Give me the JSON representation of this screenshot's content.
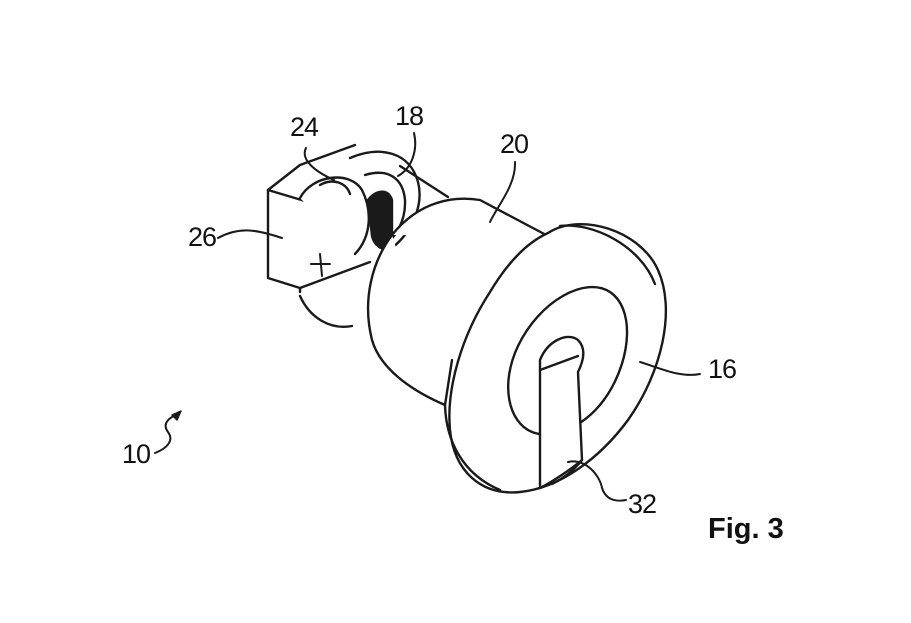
{
  "figure": {
    "caption": "Fig. 3",
    "labels": {
      "l10": "10",
      "l16": "16",
      "l18": "18",
      "l20": "20",
      "l24": "24",
      "l26": "26",
      "l32": "32"
    }
  }
}
